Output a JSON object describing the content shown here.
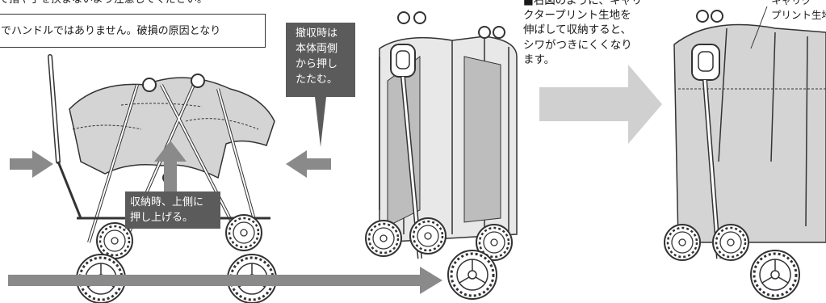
{
  "top_caption": "て指や手を挟まないよう注意してください。",
  "notice": {
    "text": "でハンドルではありません。破損の原因となり"
  },
  "collapse_instruction": {
    "lines": [
      "撤収時は",
      "本体両側",
      "から押し",
      "たたむ。"
    ]
  },
  "lift_instruction": {
    "lines": [
      "収納時、上側に",
      "押し上げる。"
    ]
  },
  "storage_tip": {
    "lines": [
      "■右図のように、キャリ",
      "クタープリント生地を",
      "伸ばして収納すると、",
      "シワがつきにくくなり",
      "ます。"
    ]
  },
  "callout": {
    "lines": [
      "キャリク",
      "プリント生地"
    ]
  },
  "icons": [
    "arrow-right-icon",
    "arrow-left-icon",
    "arrow-up-icon",
    "arrow-down-icon",
    "big-arrow-right-icon",
    "long-arrow-right-icon"
  ],
  "colors": {
    "arrow": "#8a8a8a",
    "fabric": "#d4d4d4",
    "fabric_dark": "#bdbdbd",
    "box_fill": "#5b5b5b",
    "light_arrow": "#d0d0d0",
    "line": "#333333"
  }
}
